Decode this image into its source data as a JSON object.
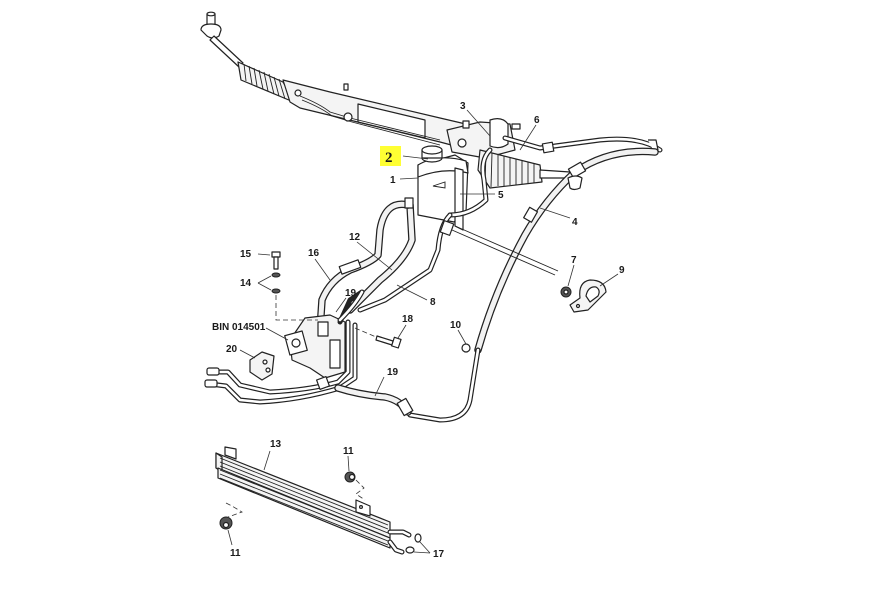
{
  "diagram": {
    "title": "Power steering system - exploded parts view",
    "highlight_color": "#ffff33",
    "callouts": [
      {
        "id": "c1",
        "text": "1"
      },
      {
        "id": "c2",
        "text": "2",
        "highlighted": true
      },
      {
        "id": "c3",
        "text": "3"
      },
      {
        "id": "c4",
        "text": "4"
      },
      {
        "id": "c5",
        "text": "5"
      },
      {
        "id": "c6",
        "text": "6"
      },
      {
        "id": "c7",
        "text": "7"
      },
      {
        "id": "c8",
        "text": "8"
      },
      {
        "id": "c9",
        "text": "9"
      },
      {
        "id": "c10",
        "text": "10"
      },
      {
        "id": "c11a",
        "text": "11"
      },
      {
        "id": "c11b",
        "text": "11"
      },
      {
        "id": "c12",
        "text": "12"
      },
      {
        "id": "c13",
        "text": "13"
      },
      {
        "id": "c14",
        "text": "14"
      },
      {
        "id": "c15",
        "text": "15"
      },
      {
        "id": "c16",
        "text": "16"
      },
      {
        "id": "c17",
        "text": "17"
      },
      {
        "id": "c18",
        "text": "18"
      },
      {
        "id": "c19a",
        "text": "19"
      },
      {
        "id": "c19b",
        "text": "19"
      },
      {
        "id": "c20",
        "text": "20"
      },
      {
        "id": "bin",
        "text": "BIN 014501"
      }
    ],
    "parts": [
      {
        "name": "steering-rack"
      },
      {
        "name": "fluid-reservoir"
      },
      {
        "name": "reservoir-cap"
      },
      {
        "name": "power-steering-pump"
      },
      {
        "name": "oil-cooler"
      },
      {
        "name": "mounting-clip"
      },
      {
        "name": "rubber-mount"
      }
    ]
  }
}
